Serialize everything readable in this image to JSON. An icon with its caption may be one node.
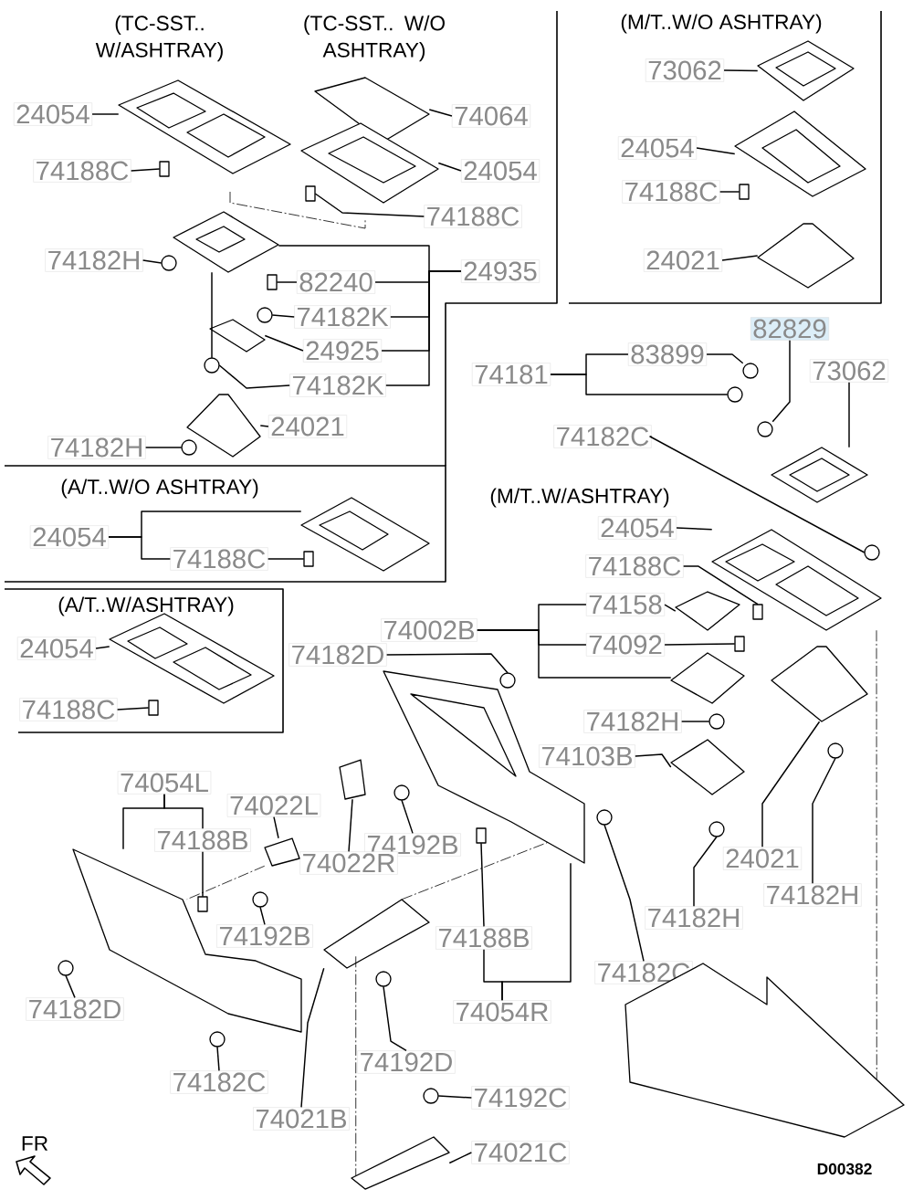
{
  "diagram": {
    "nodes": [
      {
        "text": [
          "24054"
        ]
      },
      {
        "text": [
          "74188C"
        ]
      },
      {
        "text": [
          "74064"
        ]
      },
      {
        "text": [
          "24054"
        ]
      },
      {
        "text": [
          "74188C"
        ]
      },
      {
        "text": [
          "74182H"
        ]
      },
      {
        "text": [
          "82240"
        ]
      },
      {
        "text": [
          "24935"
        ]
      },
      {
        "text": [
          "74182K"
        ]
      },
      {
        "text": [
          "24925"
        ]
      },
      {
        "text": [
          "74182K"
        ]
      },
      {
        "text": [
          "24021"
        ]
      },
      {
        "text": [
          "74182H"
        ]
      },
      {
        "text": [
          "(M/T..W/O ASHTRAY)"
        ]
      },
      {
        "text": [
          "73062"
        ],
        "in": 13
      },
      {
        "text": [
          "24054"
        ],
        "in": 13
      },
      {
        "text": [
          "74188C"
        ],
        "in": 13
      },
      {
        "text": [
          "24021"
        ],
        "in": 13
      },
      {
        "text": [
          "82829"
        ]
      },
      {
        "text": [
          "74181"
        ]
      },
      {
        "text": [
          "83899"
        ]
      },
      {
        "text": [
          "73062"
        ]
      },
      {
        "text": [
          "74182C"
        ]
      },
      {
        "text": [
          "(A/T..W/O ASHTRAY)"
        ]
      },
      {
        "text": [
          "24054"
        ],
        "in": 23
      },
      {
        "text": [
          "74188C"
        ],
        "in": 23
      },
      {
        "text": [
          "(A/T..W/ASHTRAY)"
        ]
      },
      {
        "text": [
          "24054"
        ],
        "in": 26
      },
      {
        "text": [
          "74188C"
        ],
        "in": 26
      },
      {
        "text": [
          "24054"
        ]
      },
      {
        "text": [
          "74188C"
        ]
      },
      {
        "text": [
          "74158"
        ]
      },
      {
        "text": [
          "74002B"
        ]
      },
      {
        "text": [
          "74092"
        ]
      },
      {
        "text": [
          "74182D"
        ]
      },
      {
        "text": [
          "74182H"
        ]
      },
      {
        "text": [
          "74103B"
        ]
      },
      {
        "text": [
          "74054L"
        ]
      },
      {
        "text": [
          "74022L"
        ]
      },
      {
        "text": [
          "74188B"
        ]
      },
      {
        "text": [
          "74192B"
        ]
      },
      {
        "text": [
          "74022R"
        ]
      },
      {
        "text": [
          "24021"
        ]
      },
      {
        "text": [
          "74182H"
        ]
      },
      {
        "text": [
          "74192B"
        ]
      },
      {
        "text": [
          "74182H"
        ]
      },
      {
        "text": [
          "74188B"
        ]
      },
      {
        "text": [
          "74182C"
        ]
      },
      {
        "text": [
          "74182D"
        ]
      },
      {
        "text": [
          "74054R"
        ]
      },
      {
        "text": [
          "74192D"
        ]
      },
      {
        "text": [
          "74182C"
        ]
      },
      {
        "text": [
          "74192C"
        ]
      },
      {
        "text": [
          "74021B"
        ]
      },
      {
        "text": [
          "74021C"
        ]
      },
      {
        "text": [],
        "shape": "picture"
      },
      {
        "text": [],
        "shape": "box"
      },
      {
        "text": [],
        "shape": "picture"
      },
      {
        "text": [],
        "shape": "picture"
      },
      {
        "text": [],
        "shape": "box"
      },
      {
        "text": [],
        "shape": "circle"
      },
      {
        "text": [],
        "shape": "picture"
      },
      {
        "text": [],
        "shape": "box"
      },
      {
        "text": [],
        "shape": "circle"
      },
      {
        "text": [],
        "shape": "picture"
      },
      {
        "text": [],
        "shape": "circle"
      },
      {
        "text": [],
        "shape": "picture"
      },
      {
        "text": [],
        "shape": "circle"
      },
      {
        "text": [],
        "shape": "picture",
        "in": 13
      },
      {
        "text": [],
        "shape": "picture",
        "in": 13
      },
      {
        "text": [],
        "shape": "box",
        "in": 13
      },
      {
        "text": [],
        "shape": "picture",
        "in": 13
      },
      {
        "text": [],
        "shape": "circle"
      },
      {
        "text": [],
        "shape": "circle"
      },
      {
        "text": [],
        "shape": "circle"
      },
      {
        "text": [],
        "shape": "picture"
      },
      {
        "text": [],
        "shape": "circle"
      },
      {
        "text": [],
        "shape": "picture"
      },
      {
        "text": [],
        "shape": "box"
      },
      {
        "text": [],
        "shape": "picture"
      },
      {
        "text": [],
        "shape": "box"
      },
      {
        "text": [],
        "shape": "picture"
      },
      {
        "text": [],
        "shape": "circle"
      },
      {
        "text": [],
        "shape": "picture"
      },
      {
        "text": [],
        "shape": "circle"
      },
      {
        "text": [],
        "shape": "circle"
      },
      {
        "text": [],
        "shape": "picture"
      },
      {
        "text": [],
        "shape": "circle"
      },
      {
        "text": [],
        "shape": "picture"
      },
      {
        "text": [],
        "shape": "circle"
      },
      {
        "text": [],
        "shape": "box"
      },
      {
        "text": [],
        "shape": "circle"
      },
      {
        "text": [],
        "shape": "picture"
      },
      {
        "text": [],
        "shape": "picture"
      },
      {
        "text": [],
        "shape": "picture"
      },
      {
        "text": [],
        "shape": "box"
      },
      {
        "text": [],
        "shape": "circle"
      },
      {
        "text": [],
        "shape": "circle"
      },
      {
        "text": [],
        "shape": "circle"
      },
      {
        "text": [],
        "shape": "circle"
      },
      {
        "text": [],
        "shape": "picture"
      },
      {
        "text": [],
        "shape": "circle"
      },
      {
        "text": [],
        "shape": "picture"
      },
      {
        "text": [],
        "shape": "picture"
      },
      {
        "text": [],
        "shape": "picture",
        "in": 23
      },
      {
        "text": [],
        "shape": "box",
        "in": 23
      },
      {
        "text": [],
        "shape": "picture",
        "in": 26
      },
      {
        "text": [],
        "shape": "box",
        "in": 26
      }
    ],
    "edges": [
      {
        "from": 0,
        "to": 55,
        "arrow": "none"
      },
      {
        "from": 1,
        "to": 56,
        "arrow": "none"
      },
      {
        "from": 2,
        "to": 57,
        "arrow": "none"
      },
      {
        "from": 3,
        "to": 58,
        "arrow": "none"
      },
      {
        "from": 4,
        "to": 59,
        "arrow": "none"
      },
      {
        "from": 5,
        "to": 60,
        "arrow": "none"
      },
      {
        "from": 6,
        "to": 62,
        "arrow": "none"
      },
      {
        "from": 7,
        "to": 61,
        "arrow": "none"
      },
      {
        "from": 7,
        "to": 6,
        "arrow": "none"
      },
      {
        "from": 7,
        "to": 8,
        "arrow": "none"
      },
      {
        "from": 7,
        "to": 9,
        "arrow": "none"
      },
      {
        "from": 7,
        "to": 10,
        "arrow": "none"
      },
      {
        "from": 8,
        "to": 63,
        "arrow": "none"
      },
      {
        "from": 9,
        "to": 64,
        "arrow": "none"
      },
      {
        "from": 10,
        "to": 65,
        "arrow": "none"
      },
      {
        "from": 11,
        "to": 66,
        "arrow": "none"
      },
      {
        "from": 12,
        "to": 67,
        "arrow": "none"
      },
      {
        "from": 14,
        "to": 68,
        "arrow": "none"
      },
      {
        "from": 15,
        "to": 69,
        "arrow": "none"
      },
      {
        "from": 16,
        "to": 70,
        "arrow": "none"
      },
      {
        "from": 17,
        "to": 71,
        "arrow": "none"
      },
      {
        "from": 18,
        "to": 74,
        "arrow": "none"
      },
      {
        "from": 19,
        "to": 20,
        "arrow": "none"
      },
      {
        "from": 19,
        "to": 73,
        "arrow": "none"
      },
      {
        "from": 20,
        "to": 72,
        "arrow": "none"
      },
      {
        "from": 21,
        "to": 75,
        "arrow": "none"
      },
      {
        "from": 22,
        "to": 76,
        "arrow": "none"
      },
      {
        "from": 24,
        "to": 104,
        "arrow": "none"
      },
      {
        "from": 24,
        "to": 25,
        "arrow": "none"
      },
      {
        "from": 25,
        "to": 105,
        "arrow": "none"
      },
      {
        "from": 27,
        "to": 106,
        "arrow": "none"
      },
      {
        "from": 28,
        "to": 107,
        "arrow": "none"
      },
      {
        "from": 29,
        "to": 77,
        "arrow": "none"
      },
      {
        "from": 30,
        "to": 78,
        "arrow": "none"
      },
      {
        "from": 32,
        "to": 31,
        "arrow": "none"
      },
      {
        "from": 32,
        "to": 33,
        "arrow": "none"
      },
      {
        "from": 32,
        "to": 81,
        "arrow": "none"
      },
      {
        "from": 31,
        "to": 79,
        "arrow": "none"
      },
      {
        "from": 33,
        "to": 80,
        "arrow": "none"
      },
      {
        "from": 34,
        "to": 82,
        "arrow": "none"
      },
      {
        "from": 35,
        "to": 84,
        "arrow": "none"
      },
      {
        "from": 36,
        "to": 86,
        "arrow": "none"
      },
      {
        "from": 42,
        "to": 83,
        "arrow": "none"
      },
      {
        "from": 43,
        "to": 85,
        "arrow": "none"
      },
      {
        "from": 45,
        "to": 87,
        "arrow": "none"
      },
      {
        "from": 47,
        "to": 89,
        "arrow": "none"
      },
      {
        "from": 49,
        "to": 88,
        "arrow": "none"
      },
      {
        "from": 49,
        "to": 46,
        "arrow": "none"
      },
      {
        "from": 46,
        "to": 90,
        "arrow": "none"
      },
      {
        "from": 40,
        "to": 91,
        "arrow": "none"
      },
      {
        "from": 41,
        "to": 92,
        "arrow": "none"
      },
      {
        "from": 38,
        "to": 93,
        "arrow": "none"
      },
      {
        "from": 37,
        "to": 94,
        "arrow": "none"
      },
      {
        "from": 37,
        "to": 39,
        "arrow": "none"
      },
      {
        "from": 39,
        "to": 95,
        "arrow": "none"
      },
      {
        "from": 44,
        "to": 96,
        "arrow": "none"
      },
      {
        "from": 48,
        "to": 97,
        "arrow": "none"
      },
      {
        "from": 51,
        "to": 98,
        "arrow": "none"
      },
      {
        "from": 50,
        "to": 99,
        "arrow": "none"
      },
      {
        "from": 53,
        "to": 100,
        "arrow": "none"
      },
      {
        "from": 52,
        "to": 101,
        "arrow": "none"
      },
      {
        "from": 54,
        "to": 102,
        "arrow": "none"
      },
      {
        "from": 61,
        "to": 65,
        "arrow": "none"
      },
      {
        "from": 77,
        "to": 103,
        "arrow": "none",
        "style": "dashed"
      },
      {
        "from": 93,
        "to": 94,
        "arrow": "none",
        "style": "dashed"
      },
      {
        "from": 100,
        "to": 102,
        "arrow": "none",
        "style": "dashed"
      },
      {
        "from": 100,
        "to": 88,
        "arrow": "none",
        "style": "dashed"
      }
    ],
    "labels": [
      "(TC-SST.. W/ASHTRAY)",
      "(TC-SST.. W/O ASHTRAY)",
      "(M/T..W/ASHTRAY)",
      "FR",
      "D00382"
    ]
  }
}
